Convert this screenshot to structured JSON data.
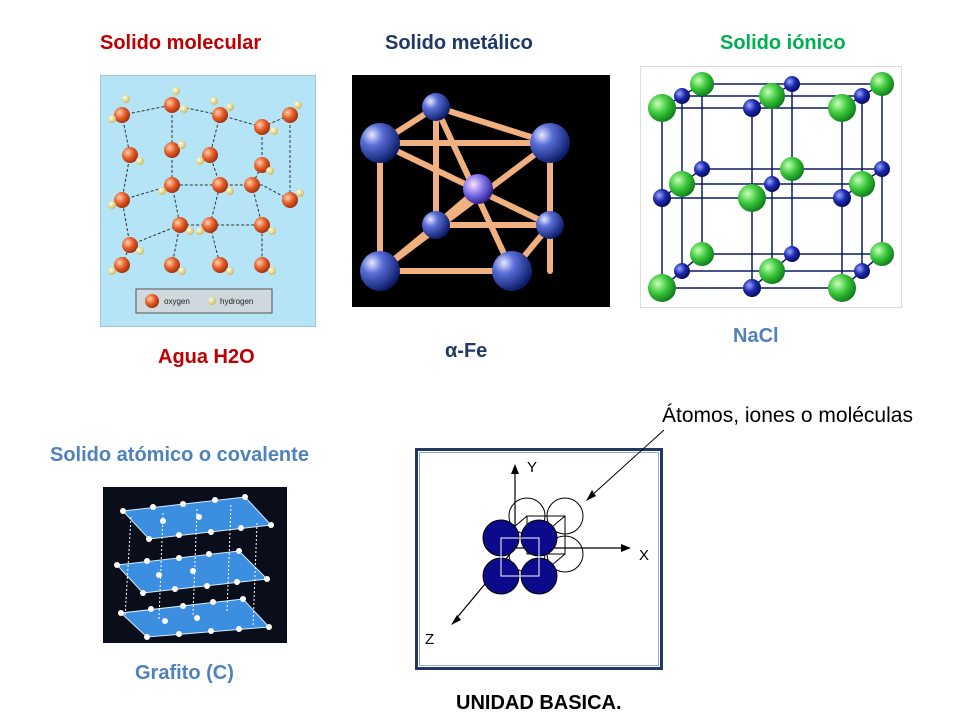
{
  "titles": {
    "molecular": "Solido  molecular",
    "metallic": "Solido  metálico",
    "ionic": "Solido  iónico",
    "covalent": "Solido  atómico o covalente"
  },
  "captions": {
    "water": "Agua H2O",
    "iron": "α-Fe",
    "nacl": "NaCl",
    "graphite": "Grafito (C)",
    "unit": "UNIDAD BASICA."
  },
  "legend": {
    "oxygen": "oxygen",
    "hydrogen": "hydrogen"
  },
  "axes": {
    "x": "X",
    "y": "Y",
    "z": "Z"
  },
  "annotation": "Átomos, iones o moléculas",
  "colors": {
    "molecular_title": "#c00000",
    "metallic_title": "#1f3864",
    "ionic_title": "#00b050",
    "covalent_title": "#4f81bd",
    "caption_red": "#c00000",
    "caption_navy": "#1f3864",
    "caption_blue": "#4f81bd"
  }
}
